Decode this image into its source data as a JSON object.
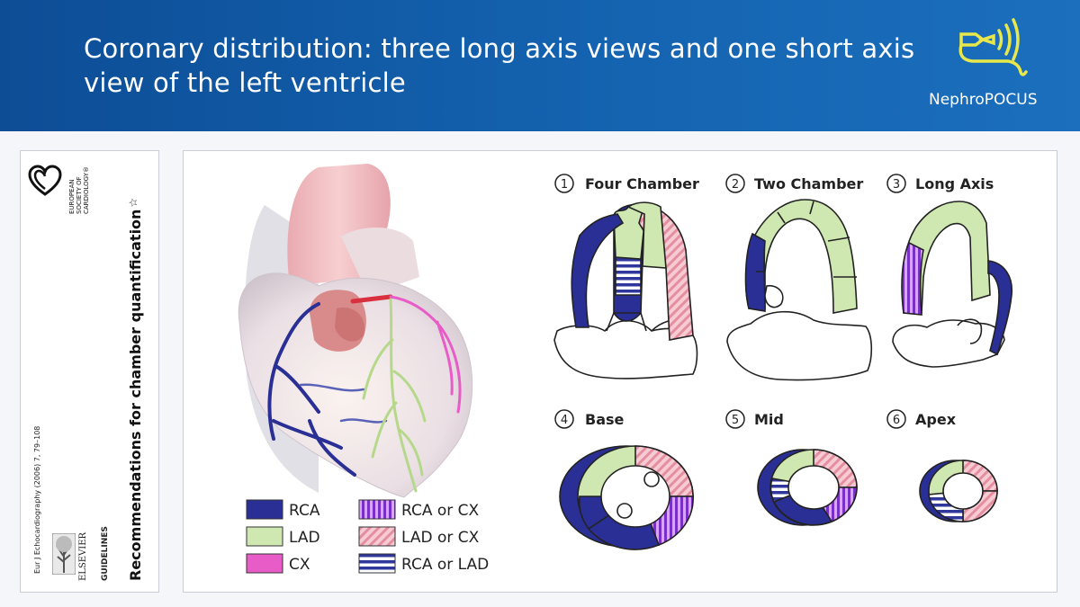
{
  "slide": {
    "title_line1": "Coronary distribution:  three long axis views and one short axis",
    "title_line2": "view of the left ventricle",
    "brand": "NephroPOCUS"
  },
  "journal": {
    "society": [
      "EUROPEAN",
      "SOCIETY OF",
      "CARDIOLOGY®"
    ],
    "citation": "Eur J Echocardiography (2006) 7, 79–108",
    "publisher": "ELSEVIER",
    "section": "GUIDELINES",
    "title": "Recommendations for chamber quantification",
    "title_mark": "☆"
  },
  "views": {
    "four_chamber": {
      "number": "1",
      "label": "Four Chamber"
    },
    "two_chamber": {
      "number": "2",
      "label": "Two Chamber"
    },
    "long_axis": {
      "number": "3",
      "label": "Long Axis"
    },
    "base": {
      "number": "4",
      "label": "Base"
    },
    "mid": {
      "number": "5",
      "label": "Mid"
    },
    "apex": {
      "number": "6",
      "label": "Apex"
    }
  },
  "legend": [
    {
      "label": "RCA",
      "color": "#2a2f96",
      "pattern": "solid"
    },
    {
      "label": "LAD",
      "color": "#cfe7b0",
      "pattern": "solid"
    },
    {
      "label": "CX",
      "color": "#e85cc8",
      "pattern": "solid"
    },
    {
      "label": "RCA or CX",
      "color": "#a45ad8",
      "pattern": "vertical-stripes"
    },
    {
      "label": "LAD or CX",
      "color": "#f0b2bf",
      "pattern": "diagonal-stripes"
    },
    {
      "label": "RCA or LAD",
      "color": "#3b43a6",
      "pattern": "horizontal-stripes"
    }
  ],
  "colors": {
    "header": "#1463b0",
    "rca": "#2a2f96",
    "lad": "#cfe7b0",
    "cx": "#e85cc8",
    "logo": "#e8e84a"
  },
  "icons": [
    "ultrasound-probe-icon",
    "esc-heart-logo",
    "elsevier-tree-logo"
  ]
}
